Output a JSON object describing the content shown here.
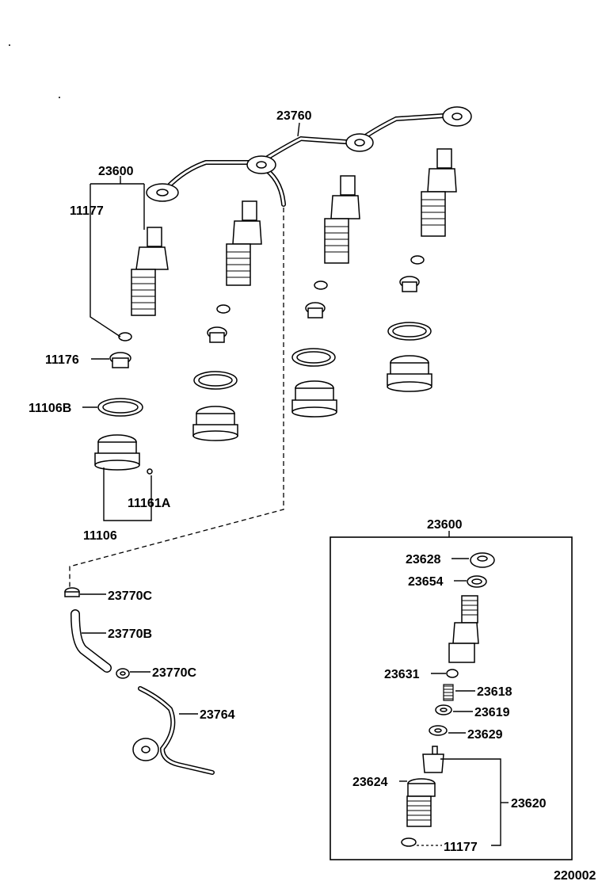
{
  "diagram": {
    "labels": {
      "injection_pipe_set": "23760",
      "nozzle_holder_assy": "23600",
      "gasket_upper": "11177",
      "seat_holder": "11176",
      "gasket_ring": "11106B",
      "nozzle_seat": "11106",
      "pin": "11161A",
      "clamp_top": "23770C",
      "hose": "23770B",
      "clamp_bottom": "23770C",
      "leakage_pipe": "23764",
      "detail_assy": "23600",
      "retaining_nut": "23628",
      "washer": "23654",
      "pin_small": "23631",
      "spring": "23618",
      "spring_seat": "23619",
      "distance_piece": "23629",
      "nozzle": "23620",
      "holder_body": "23624",
      "gasket_lower": "11177"
    },
    "figure_id": "220002"
  }
}
